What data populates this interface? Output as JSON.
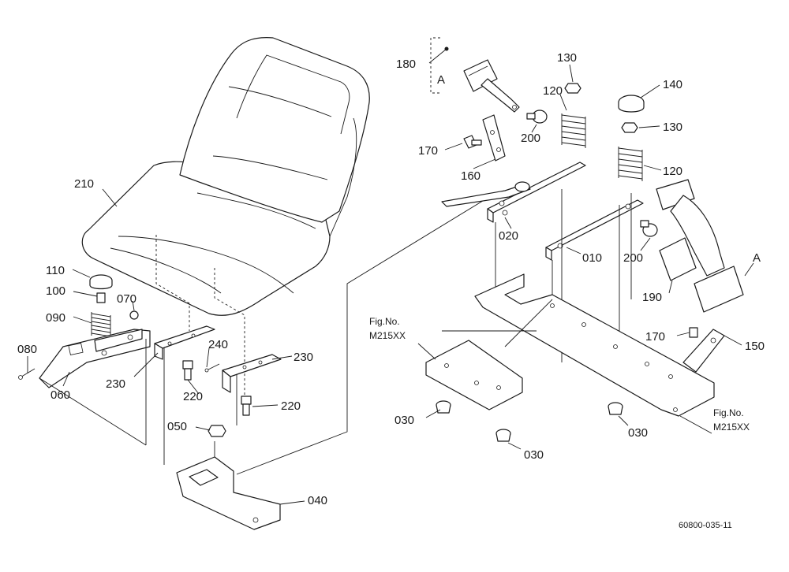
{
  "labels": {
    "p210": "210",
    "p110": "110",
    "p100": "100",
    "p070": "070",
    "p090": "090",
    "p080": "080",
    "p060": "060",
    "p230a": "230",
    "p240": "240",
    "p230b": "230",
    "p220a": "220",
    "p220b": "220",
    "p050": "050",
    "p040": "040",
    "p180": "180",
    "pA1": "A",
    "p130a": "130",
    "p120a": "120",
    "p200a": "200",
    "p170a": "170",
    "p160": "160",
    "p020": "020",
    "p010": "010",
    "p140": "140",
    "p130b": "130",
    "p120b": "120",
    "p200b": "200",
    "pA2": "A",
    "p190": "190",
    "p170b": "170",
    "p150": "150",
    "p030a": "030",
    "p030b": "030",
    "p030c": "030"
  },
  "figref_left": {
    "line1": "Fig.No.",
    "line2": "M215XX"
  },
  "figref_right": {
    "line1": "Fig.No.",
    "line2": "M215XX"
  },
  "diagram_code": "60800-035-11"
}
